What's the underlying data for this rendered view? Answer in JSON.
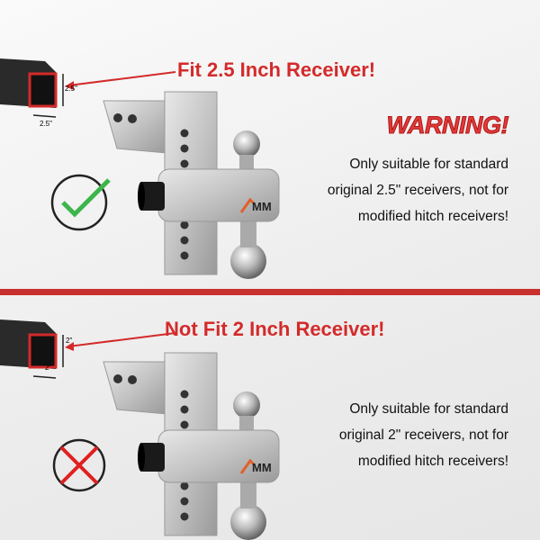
{
  "top": {
    "title": "Fit 2.5 Inch Receiver!",
    "dim_height": "2.5\"",
    "dim_width": "2.5\"",
    "status_icon": "green-checkmark-circle",
    "warning": "WARNING!",
    "lines": [
      "Only suitable for standard",
      "original 2.5\" receivers, not for",
      "modified hitch receivers!"
    ]
  },
  "bottom": {
    "title": "Not Fit 2 Inch Receiver!",
    "dim_height": "2\"",
    "dim_width": "2\"",
    "status_icon": "red-x-circle",
    "lines": [
      "Only suitable for standard",
      "original 2\" receivers, not for",
      "modified hitch receivers!"
    ]
  },
  "logo": "MM",
  "colors": {
    "accent_red": "#d42a2a",
    "check_green": "#3cb54a",
    "divider": "#c8302d"
  }
}
